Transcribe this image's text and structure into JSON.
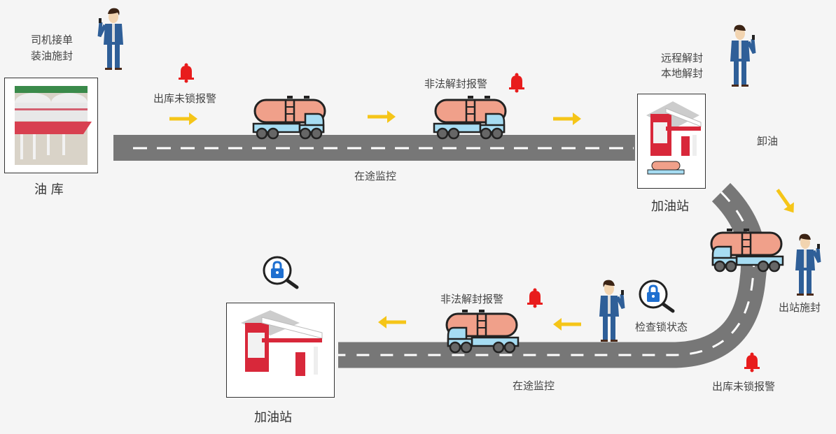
{
  "depot": {
    "label": "油 库"
  },
  "driver_note": {
    "line1": "司机接单",
    "line2": "装油施封"
  },
  "alarms": {
    "unlocked_exit_top": "出库未锁报警",
    "illegal_unseal_top": "非法解封报警",
    "illegal_unseal_bottom": "非法解封报警",
    "unlocked_exit_bottom": "出库未锁报警"
  },
  "monitoring": {
    "top": "在途监控",
    "bottom": "在途监控"
  },
  "station_top": {
    "label": "加油站",
    "note1": "远程解封",
    "note2": "本地解封",
    "unload": "卸油"
  },
  "station_exit": {
    "label": "出站施封"
  },
  "check_lock": {
    "label": "检查锁状态"
  },
  "station_bottom": {
    "label": "加油站"
  },
  "colors": {
    "road": "#777777",
    "arrow": "#f5c518",
    "alarm": "#e81c1c",
    "lock": "#1e6fd0"
  }
}
